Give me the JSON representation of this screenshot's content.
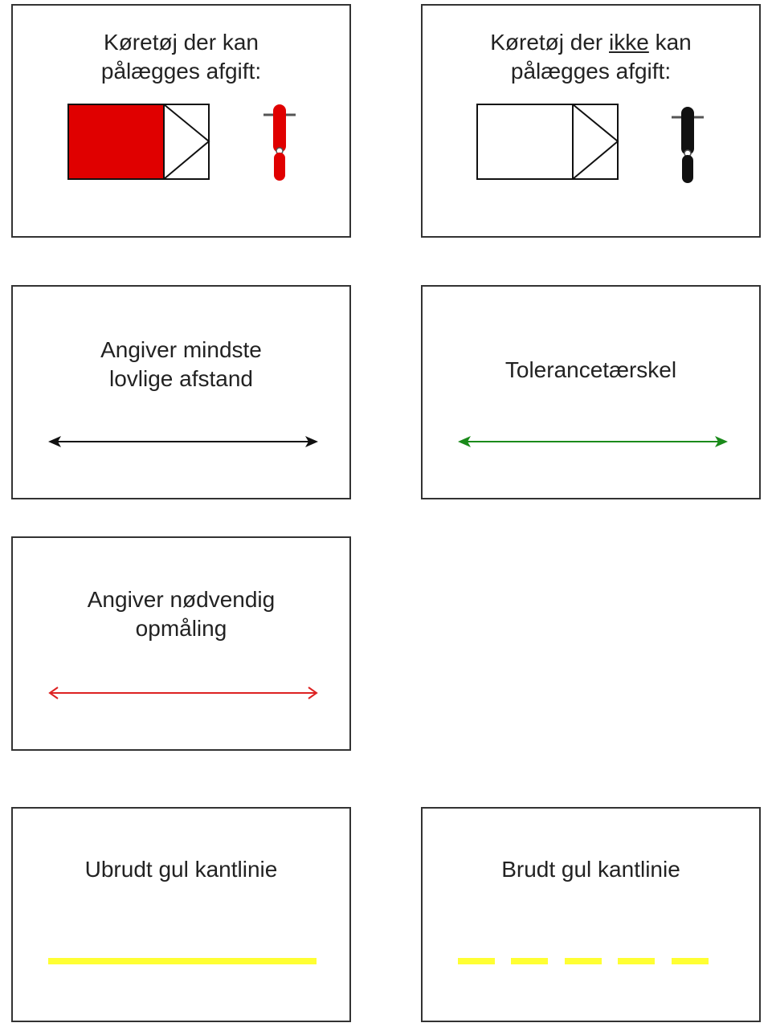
{
  "colors": {
    "taxable": "#e00000",
    "non_taxable": "#111111",
    "min_distance": "#111111",
    "tolerance": "#1a8a1a",
    "measurement": "#dd2222",
    "edge_line": "#ffff33"
  },
  "legend": {
    "taxable": {
      "line1": "Køretøj der kan",
      "line2": "pålægges afgift:"
    },
    "non_taxable": {
      "line1_pre": "Køretøj der ",
      "line1_emph": "ikke",
      "line1_post": " kan",
      "line2": "pålægges afgift:"
    },
    "min_distance": {
      "line1": "Angiver mindste",
      "line2": "lovlige afstand"
    },
    "tolerance": {
      "line1": "Tolerancetærskel"
    },
    "measurement": {
      "line1": "Angiver nødvendig",
      "line2": "opmåling"
    },
    "solid_line": {
      "line1": "Ubrudt gul kantlinie"
    },
    "broken_line": {
      "line1": "Brudt gul kantlinie"
    }
  },
  "icons": {
    "truck": "truck-icon",
    "motorcycle": "motorcycle-icon",
    "double_arrow": "double-arrow-icon"
  }
}
